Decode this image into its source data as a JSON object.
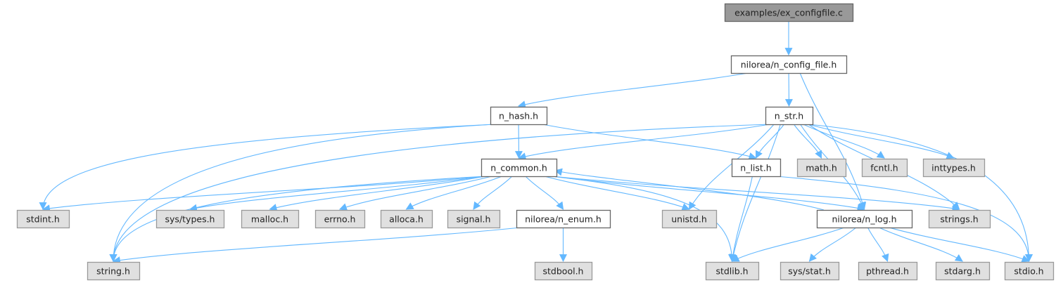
{
  "title": "Include dependency graph for examples/ex_configfile.c",
  "colors": {
    "edge": "#63b8ff",
    "root_fill": "#999999",
    "system_fill": "#e0e0e0",
    "local_fill": "#ffffff"
  },
  "nodes": [
    {
      "id": "ex",
      "label": "examples/ex_configfile.c",
      "kind": "root"
    },
    {
      "id": "config",
      "label": "nilorea/n_config_file.h",
      "kind": "local"
    },
    {
      "id": "hash",
      "label": "n_hash.h",
      "kind": "local"
    },
    {
      "id": "str",
      "label": "n_str.h",
      "kind": "local"
    },
    {
      "id": "common",
      "label": "n_common.h",
      "kind": "local"
    },
    {
      "id": "list",
      "label": "n_list.h",
      "kind": "local"
    },
    {
      "id": "math",
      "label": "math.h",
      "kind": "sys"
    },
    {
      "id": "fcntl",
      "label": "fcntl.h",
      "kind": "sys"
    },
    {
      "id": "inttypes",
      "label": "inttypes.h",
      "kind": "sys"
    },
    {
      "id": "stdint",
      "label": "stdint.h",
      "kind": "sys"
    },
    {
      "id": "systypes",
      "label": "sys/types.h",
      "kind": "sys"
    },
    {
      "id": "malloc",
      "label": "malloc.h",
      "kind": "sys"
    },
    {
      "id": "errno",
      "label": "errno.h",
      "kind": "sys"
    },
    {
      "id": "alloca",
      "label": "alloca.h",
      "kind": "sys"
    },
    {
      "id": "signal",
      "label": "signal.h",
      "kind": "sys"
    },
    {
      "id": "enum",
      "label": "nilorea/n_enum.h",
      "kind": "local"
    },
    {
      "id": "unistd",
      "label": "unistd.h",
      "kind": "sys"
    },
    {
      "id": "log",
      "label": "nilorea/n_log.h",
      "kind": "local"
    },
    {
      "id": "strings",
      "label": "strings.h",
      "kind": "sys"
    },
    {
      "id": "string",
      "label": "string.h",
      "kind": "sys"
    },
    {
      "id": "stdbool",
      "label": "stdbool.h",
      "kind": "sys"
    },
    {
      "id": "stdlib",
      "label": "stdlib.h",
      "kind": "sys"
    },
    {
      "id": "sysstat",
      "label": "sys/stat.h",
      "kind": "sys"
    },
    {
      "id": "pthread",
      "label": "pthread.h",
      "kind": "sys"
    },
    {
      "id": "stdarg",
      "label": "stdarg.h",
      "kind": "sys"
    },
    {
      "id": "stdio",
      "label": "stdio.h",
      "kind": "sys"
    }
  ],
  "edges": [
    [
      "ex",
      "config"
    ],
    [
      "config",
      "hash"
    ],
    [
      "config",
      "str"
    ],
    [
      "config",
      "log"
    ],
    [
      "hash",
      "common"
    ],
    [
      "hash",
      "list"
    ],
    [
      "hash",
      "stdint"
    ],
    [
      "hash",
      "string"
    ],
    [
      "str",
      "common"
    ],
    [
      "str",
      "list"
    ],
    [
      "str",
      "math"
    ],
    [
      "str",
      "fcntl"
    ],
    [
      "str",
      "inttypes"
    ],
    [
      "str",
      "string"
    ],
    [
      "str",
      "unistd"
    ],
    [
      "str",
      "stdlib"
    ],
    [
      "str",
      "strings"
    ],
    [
      "str",
      "stdio"
    ],
    [
      "str",
      "log"
    ],
    [
      "common",
      "stdint"
    ],
    [
      "common",
      "systypes"
    ],
    [
      "common",
      "malloc"
    ],
    [
      "common",
      "errno"
    ],
    [
      "common",
      "alloca"
    ],
    [
      "common",
      "signal"
    ],
    [
      "common",
      "enum"
    ],
    [
      "common",
      "unistd"
    ],
    [
      "common",
      "stdlib"
    ],
    [
      "common",
      "string"
    ],
    [
      "common",
      "log"
    ],
    [
      "common",
      "strings"
    ],
    [
      "log",
      "common"
    ],
    [
      "log",
      "stdlib"
    ],
    [
      "log",
      "sysstat"
    ],
    [
      "log",
      "pthread"
    ],
    [
      "log",
      "stdarg"
    ],
    [
      "log",
      "stdio"
    ],
    [
      "list",
      "stdlib"
    ],
    [
      "list",
      "stdio"
    ],
    [
      "enum",
      "string"
    ],
    [
      "enum",
      "stdbool"
    ]
  ]
}
